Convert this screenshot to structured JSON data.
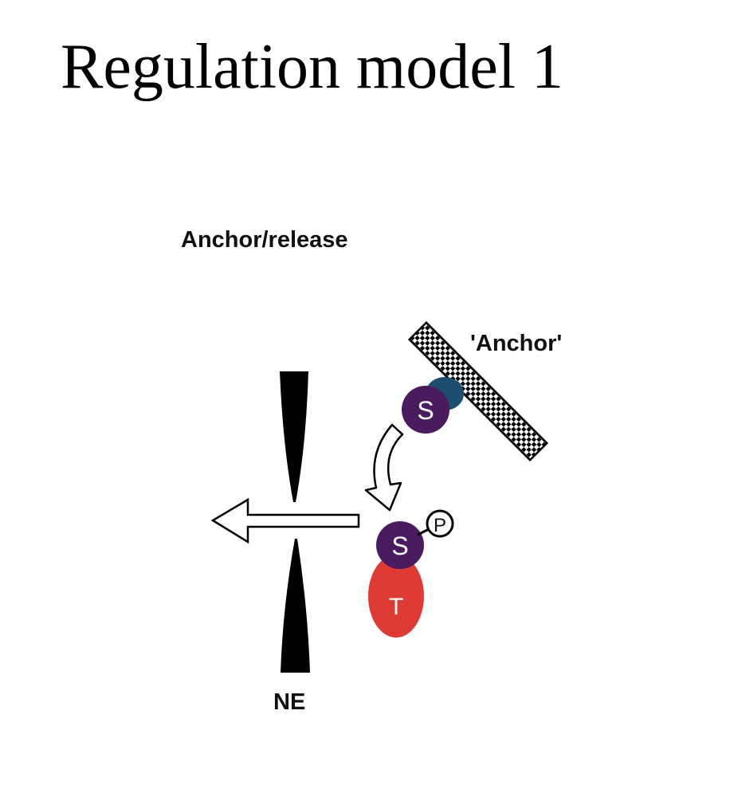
{
  "title": "Regulation model 1",
  "diagram": {
    "subtitle": "Anchor/release",
    "anchor_label": "'Anchor'",
    "ne_label": "NE",
    "s_label": "S",
    "t_label": "T",
    "p_label": "P"
  },
  "colors": {
    "s_protein": "#4a1b5e",
    "t_protein": "#dd3b33",
    "anchor_binder": "#1c4f6e",
    "pore": "#000000"
  }
}
